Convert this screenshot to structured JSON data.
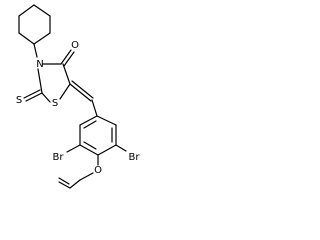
{
  "labels": {
    "n": "N",
    "o_carbonyl": "O",
    "s_ring": "S",
    "s_thione": "S",
    "br_left": "Br",
    "br_right": "Br",
    "o_ether": "O"
  }
}
